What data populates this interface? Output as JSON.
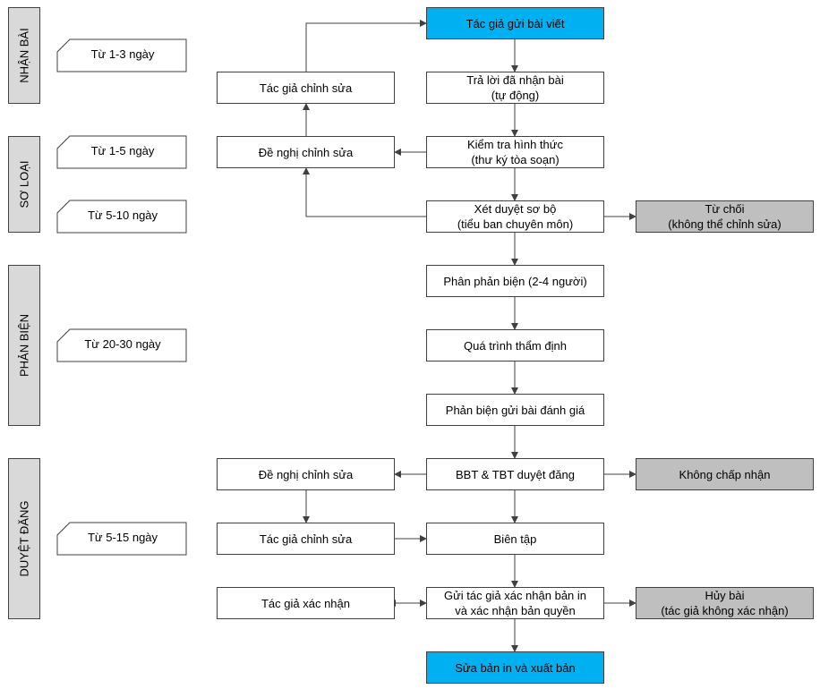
{
  "stages": {
    "receive": "NHẬN BÀI",
    "screen": "SƠ LOẠI",
    "review": "PHẢN BIỆN",
    "approve": "DUYỆT ĐĂNG"
  },
  "durations": {
    "receive": "Từ 1-3 ngày",
    "format": "Từ 1-5 ngày",
    "prelim": "Từ 5-10 ngày",
    "review": "Từ 20-30 ngày",
    "approve": "Từ 5-15 ngày"
  },
  "nodes": {
    "submit": "Tác giả gửi bài viết",
    "ack_1": "Trả lời đã nhận bài",
    "ack_2": "(tự động)",
    "author_revise_top": "Tác giả chỉnh sửa",
    "format_check_1": "Kiểm tra hình thức",
    "format_check_2": "(thư ký tòa soạn)",
    "suggest_revise_top": "Đề nghị chỉnh sửa",
    "prelim_1": "Xét duyệt sơ bộ",
    "prelim_2": "(tiểu ban chuyên môn)",
    "reject_1": "Từ chối",
    "reject_2": "(không thể chỉnh sửa)",
    "assign_reviewers": "Phân phản biện (2-4 người)",
    "appraisal": "Quá trình thẩm định",
    "reviewer_report": "Phản biện gửi bài đánh giá",
    "board_approval": "BBT & TBT duyệt đăng",
    "not_accepted": "Không chấp nhận",
    "suggest_revise_bottom": "Đề nghị chỉnh sửa",
    "author_revise_bottom": "Tác giả chỉnh sửa",
    "editing": "Biên tập",
    "author_confirm": "Tác giả xác nhận",
    "send_proof_1": "Gửi tác giả xác nhận bản in",
    "send_proof_2": "và xác nhận bản quyền",
    "cancel_1": "Hủy bài",
    "cancel_2": "(tác giả không xác nhận)",
    "publish": "Sửa bản in và xuất bản"
  },
  "colors": {
    "highlight": "#00b0f0",
    "terminal_gray": "#bfbfbf",
    "stage_gray": "#d9d9d9",
    "line": "#404040"
  }
}
